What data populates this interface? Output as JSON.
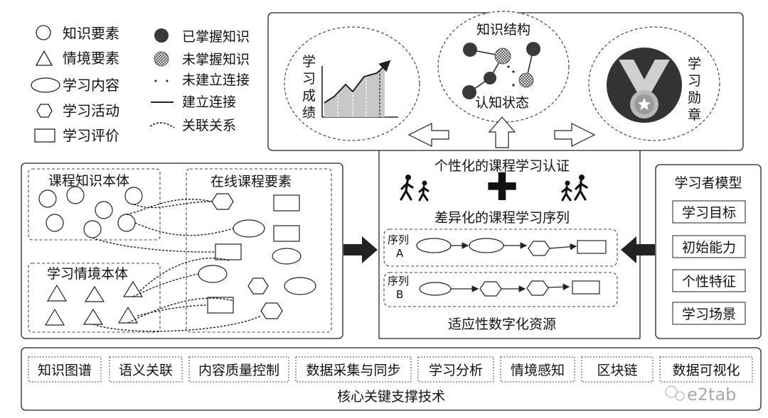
{
  "legend": {
    "items": [
      {
        "shape": "circle",
        "label": "知识要素"
      },
      {
        "shape": "triangle",
        "label": "情境要素"
      },
      {
        "shape": "ellipse",
        "label": "学习内容"
      },
      {
        "shape": "hexagon",
        "label": "学习活动"
      },
      {
        "shape": "rectangle",
        "label": "学习评价"
      }
    ],
    "status_items": [
      {
        "mark": "filled-circle",
        "label": "已掌握知识"
      },
      {
        "mark": "hatched-circle",
        "label": "未掌握知识"
      },
      {
        "mark": "dots",
        "label": "未建立连接"
      },
      {
        "mark": "solid-line",
        "label": "建立连接"
      },
      {
        "mark": "dashed-curve",
        "label": "关联关系"
      }
    ]
  },
  "certification": {
    "grades_label": "学习成绩",
    "structure_label": "知识结构",
    "cognitive_label": "认知状态",
    "badge_label": "学习勋章",
    "title": "个性化的课程学习认证"
  },
  "sequence": {
    "plus_symbol": "✚",
    "title": "差异化的课程学习序列",
    "a_label": "序列A",
    "b_label": "序列B",
    "resources_label": "适应性数字化资源"
  },
  "ontology": {
    "knowledge_title": "课程知识本体",
    "context_title": "学习情境本体",
    "online_title": "在线课程要素"
  },
  "learner_model": {
    "title": "学习者模型",
    "items": [
      "学习目标",
      "初始能力",
      "个性特征",
      "学习场景"
    ]
  },
  "tech": {
    "items": [
      "知识图谱",
      "语义关联",
      "内容质量控制",
      "数据采集与同步",
      "学习分析",
      "情境感知",
      "区块链",
      "数据可视化"
    ],
    "title": "核心关键支撑技术"
  },
  "watermark": "e2tab",
  "colors": {
    "stroke": "#222222",
    "dark_fill": "#3a3a3a",
    "mid_fill": "#9a9a9a",
    "light_fill": "#d9d9d9"
  }
}
